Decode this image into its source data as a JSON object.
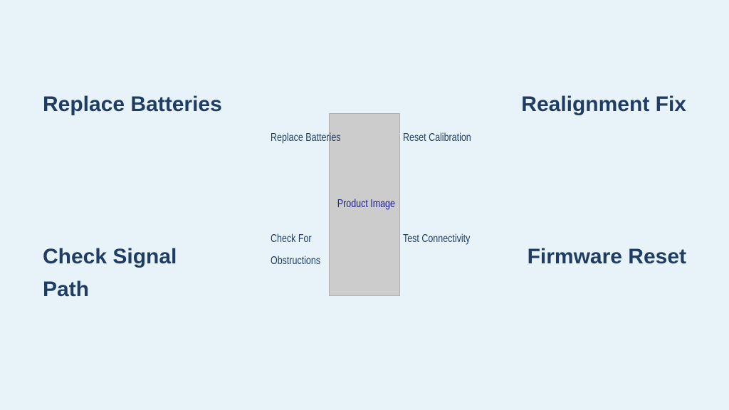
{
  "corners": {
    "top_left": "Replace Batteries",
    "top_right": "Realignment Fix",
    "bottom_left": "Check Signal Path",
    "bottom_right": "Firmware Reset"
  },
  "labels": {
    "left_top": "Replace Batteries",
    "left_bottom": "Check For Obstructions",
    "right_top": "Reset Calibration",
    "right_bottom": "Test Connectivity"
  },
  "product_image": "Product Image"
}
